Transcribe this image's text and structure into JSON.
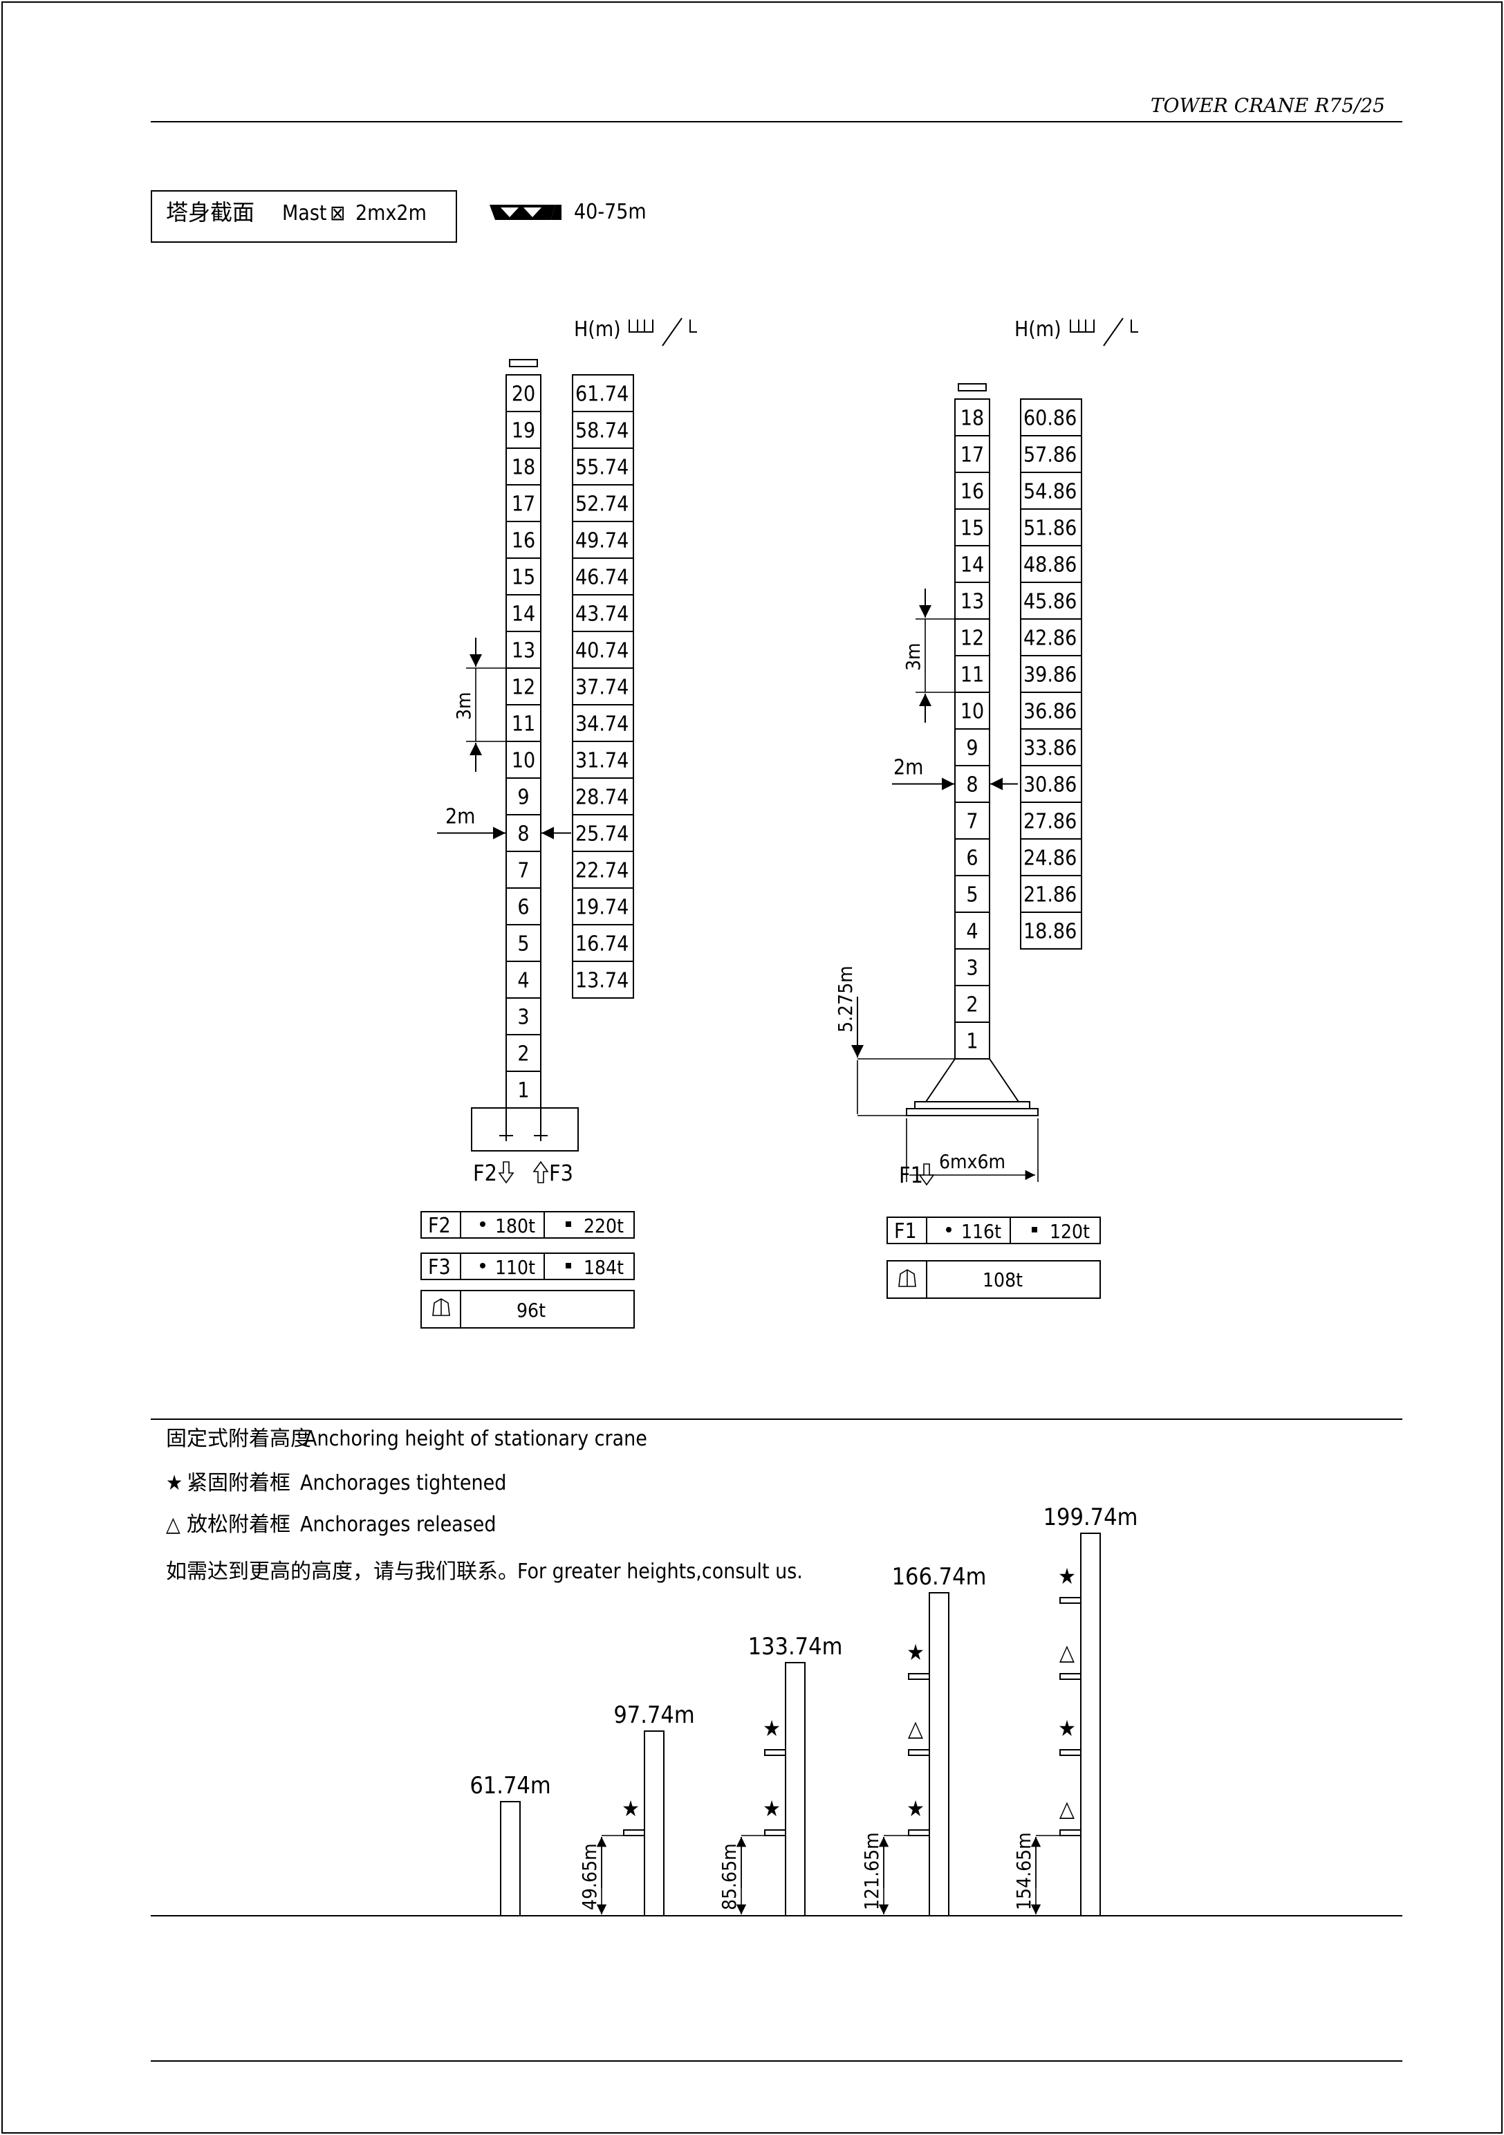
{
  "header": {
    "doc_title": "TOWER CRANE R75/25"
  },
  "mast": {
    "label_cn": "塔身截面",
    "label_en": "Mast",
    "section_symbol": "⊠",
    "size": "2mx2m",
    "jib_range": "40-75m"
  },
  "column_headers": {
    "h_label": "H(m)"
  },
  "left_tower": {
    "sections": [
      "20",
      "19",
      "18",
      "17",
      "16",
      "15",
      "14",
      "13",
      "12",
      "11",
      "10",
      "9",
      "8",
      "7",
      "6",
      "5",
      "4",
      "3",
      "2",
      "1"
    ],
    "heights": [
      "61.74",
      "58.74",
      "55.74",
      "52.74",
      "49.74",
      "46.74",
      "43.74",
      "40.74",
      "37.74",
      "34.74",
      "31.74",
      "28.74",
      "25.74",
      "22.74",
      "19.74",
      "16.74",
      "13.74"
    ],
    "dim_section": "3m",
    "dim_width": "2m",
    "forces": {
      "f2": "F2",
      "f3": "F3"
    },
    "table": {
      "rows": [
        {
          "label": "F2",
          "circle": "180t",
          "square": "220t"
        },
        {
          "label": "F3",
          "circle": "110t",
          "square": "184t"
        }
      ],
      "ballast": "96t"
    }
  },
  "right_tower": {
    "sections": [
      "18",
      "17",
      "16",
      "15",
      "14",
      "13",
      "12",
      "11",
      "10",
      "9",
      "8",
      "7",
      "6",
      "5",
      "4",
      "3",
      "2",
      "1"
    ],
    "heights": [
      "60.86",
      "57.86",
      "54.86",
      "51.86",
      "48.86",
      "45.86",
      "42.86",
      "39.86",
      "36.86",
      "33.86",
      "30.86",
      "27.86",
      "24.86",
      "21.86",
      "18.86"
    ],
    "dim_section": "3m",
    "dim_width": "2m",
    "dim_base": "5.275m",
    "base_size": "6mx6m",
    "force": "F1",
    "table": {
      "row": {
        "label": "F1",
        "circle": "116t",
        "square": "120t"
      },
      "ballast": "108t"
    }
  },
  "anchoring": {
    "title_cn": "固定式附着高度",
    "title_en": "Anchoring height of stationary crane",
    "tightened_symbol": "★",
    "tightened_cn": "紧固附着框",
    "tightened_en": "Anchorages tightened",
    "released_symbol": "△",
    "released_cn": "放松附着框",
    "released_en": "Anchorages released",
    "note_cn": "如需达到更高的高度，请与我们联系。",
    "note_en": "For greater heights,consult us.",
    "towers": [
      {
        "height": "61.74m"
      },
      {
        "height": "97.74m",
        "anchor_height": "49.65m"
      },
      {
        "height": "133.74m",
        "anchor_height": "85.65m"
      },
      {
        "height": "166.74m",
        "anchor_height": "121.65m"
      },
      {
        "height": "199.74m",
        "anchor_height": "154.65m"
      }
    ]
  }
}
